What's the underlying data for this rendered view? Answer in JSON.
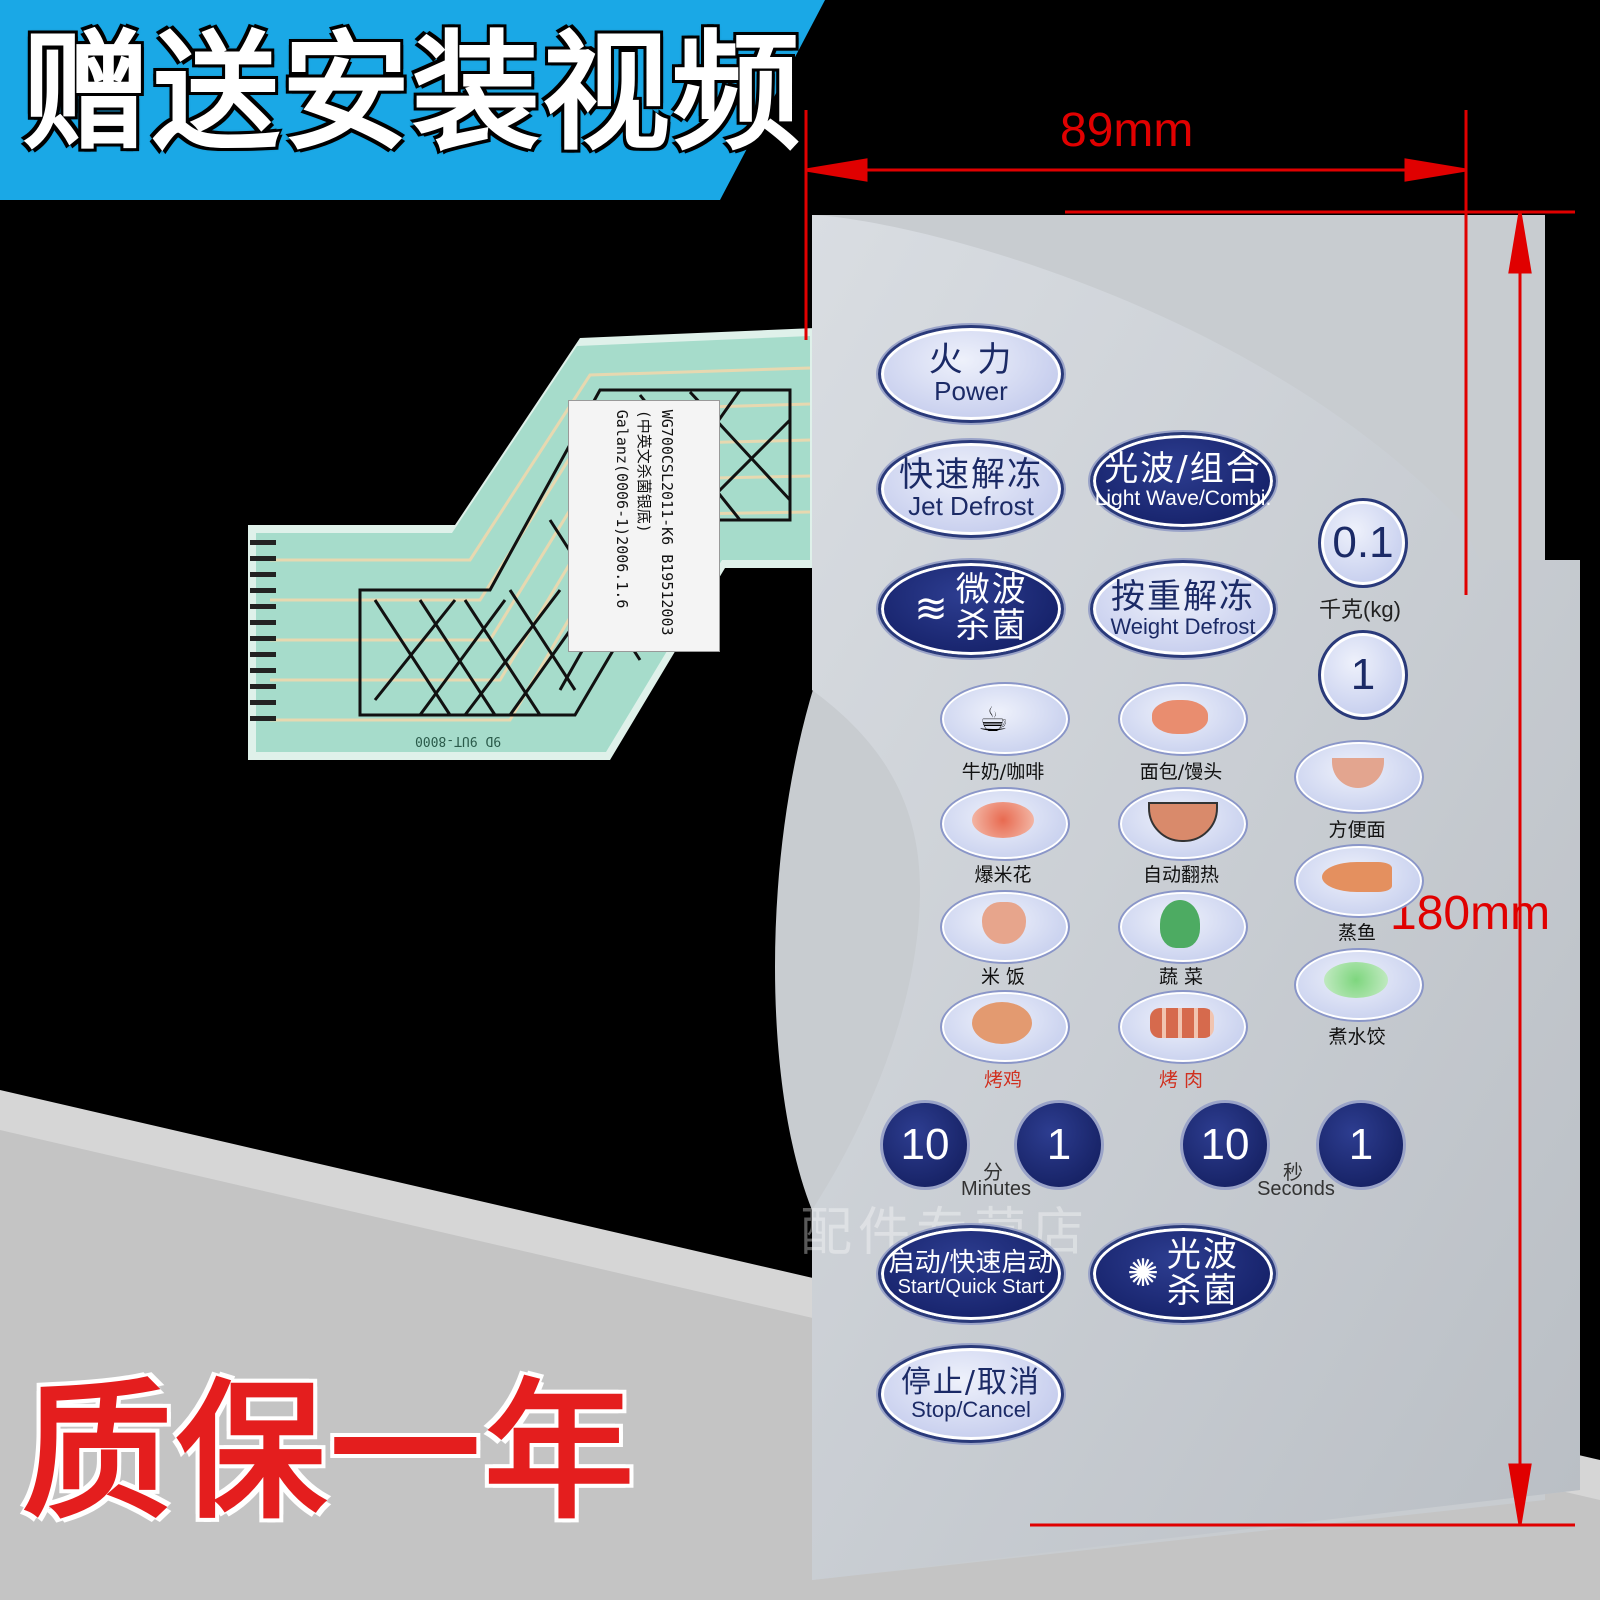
{
  "banner": {
    "text": "赠送安装视频",
    "color": "#1aa8e6"
  },
  "warranty": {
    "text": "质保一年"
  },
  "dimensions": {
    "width": "89mm",
    "height": "180mm"
  },
  "sticker": {
    "line1": "WG700CSL2011-K6 B19512003",
    "line2": "(中英文杀菌银底)",
    "line3": "Galanz(0006-1)2006.1.6"
  },
  "ribbon_code": "9D 9UT-8000",
  "buttons": {
    "power": {
      "cn": "火 力",
      "en": "Power"
    },
    "jet_defrost": {
      "cn": "快速解冻",
      "en": "Jet Defrost"
    },
    "light_wave": {
      "cn": "光波/组合",
      "en": "Light Wave/Combi."
    },
    "microwave_sterilize": {
      "cn1": "微波",
      "cn2": "杀菌"
    },
    "weight_defrost": {
      "cn": "按重解冻",
      "en": "Weight Defrost"
    },
    "start": {
      "cn": "启动/快速启动",
      "en": "Start/Quick Start"
    },
    "lightwave_sterilize": {
      "cn1": "光波",
      "cn2": "杀菌"
    },
    "stop": {
      "cn": "停止/取消",
      "en": "Stop/Cancel"
    }
  },
  "weight": {
    "small": "0.1",
    "large": "1",
    "label": "千克(kg)"
  },
  "foods": {
    "milk_coffee": "牛奶/咖啡",
    "bread": "面包/馒头",
    "instant_noodles": "方便面",
    "popcorn": "爆米花",
    "auto_reheat": "自动翻热",
    "steam_fish": "蒸鱼",
    "rice": "米 饭",
    "vegetables": "蔬 菜",
    "dumplings": "煮水饺",
    "roast_chicken": "烤鸡",
    "roast_meat": "烤 肉"
  },
  "timer": {
    "min_ten": "10",
    "min_one": "1",
    "min_cn": "分",
    "min_en": "Minutes",
    "sec_ten": "10",
    "sec_one": "1",
    "sec_cn": "秒",
    "sec_en": "Seconds"
  },
  "watermark": "配件专营店"
}
